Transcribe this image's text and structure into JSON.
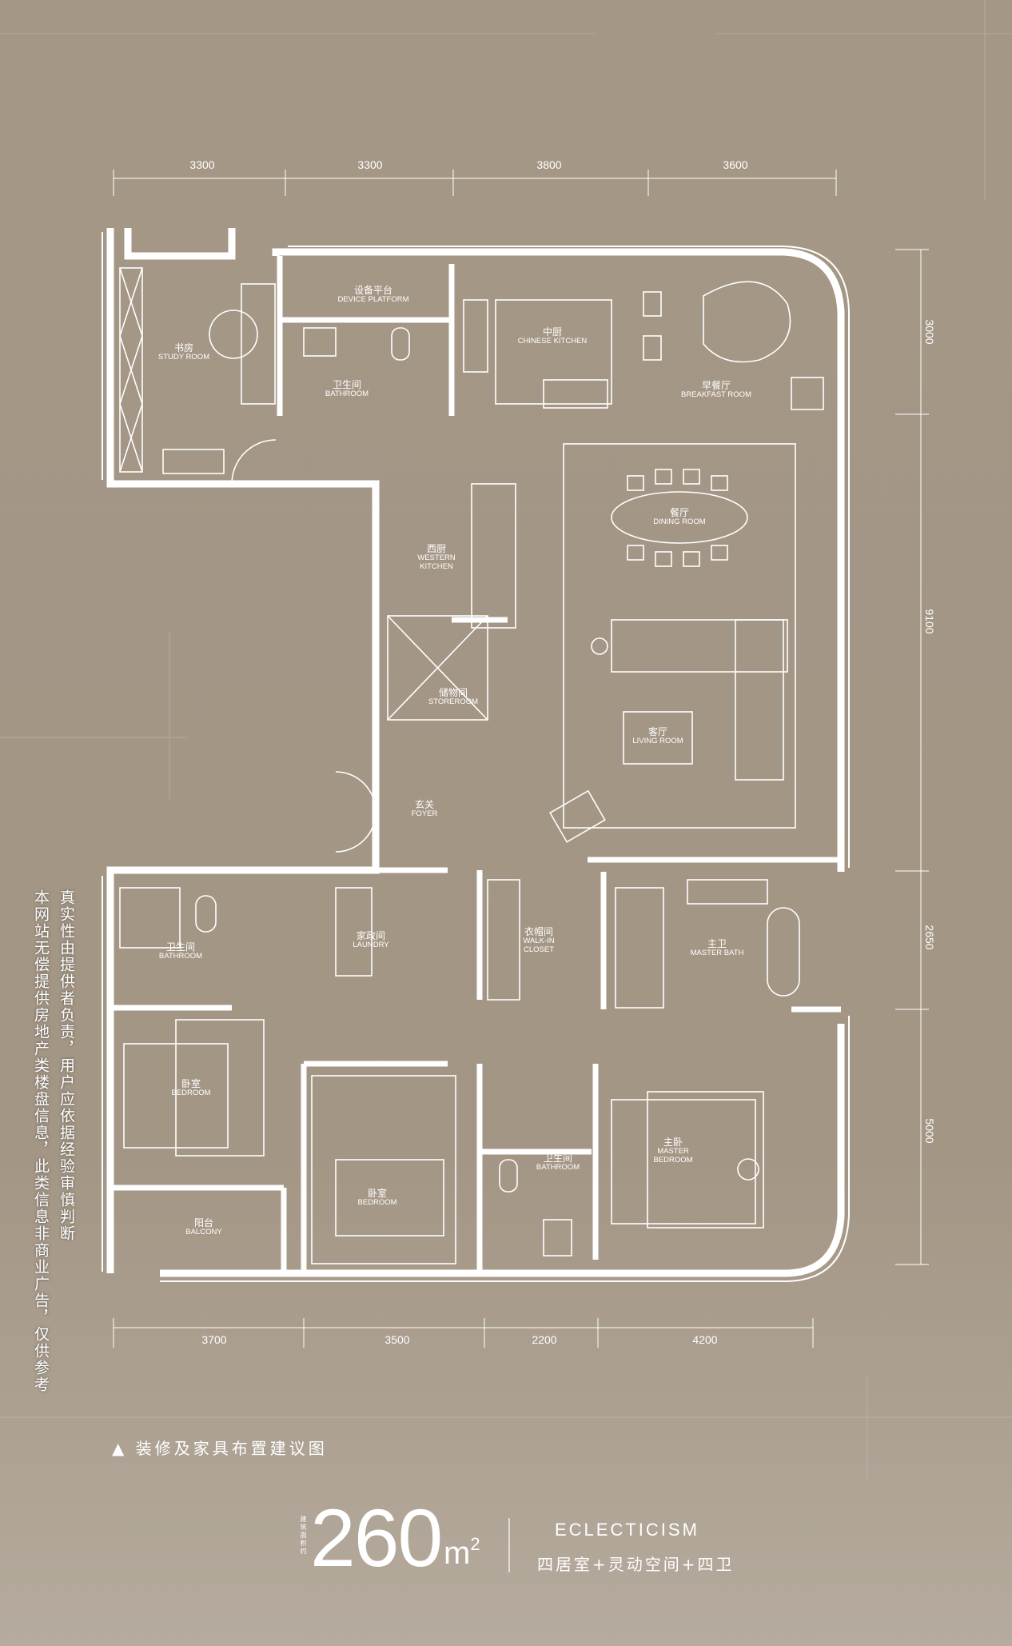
{
  "dimensions": {
    "top": [
      "3300",
      "3300",
      "3800",
      "3600"
    ],
    "bottom": [
      "3700",
      "3500",
      "2200",
      "4200"
    ],
    "right": [
      "3000",
      "9100",
      "2650",
      "5000"
    ]
  },
  "rooms": [
    {
      "zh": "书房",
      "en": "STUDY ROOM"
    },
    {
      "zh": "设备平台",
      "en": "DEVICE PLATFORM"
    },
    {
      "zh": "卫生间",
      "en": "BATHROOM"
    },
    {
      "zh": "中厨",
      "en": "CHINESE KITCHEN"
    },
    {
      "zh": "早餐厅",
      "en": "BREAKFAST ROOM"
    },
    {
      "zh": "餐厅",
      "en": "DINING ROOM"
    },
    {
      "zh": "西厨",
      "en": "WESTERN KITCHEN"
    },
    {
      "zh": "储物间",
      "en": "STOREROOM"
    },
    {
      "zh": "客厅",
      "en": "LIVING ROOM"
    },
    {
      "zh": "玄关",
      "en": "FOYER"
    },
    {
      "zh": "卫生间",
      "en": "BATHROOM"
    },
    {
      "zh": "家政间",
      "en": "LAUNDRY"
    },
    {
      "zh": "衣帽间",
      "en": "WALK-IN CLOSET"
    },
    {
      "zh": "主卫",
      "en": "MASTER BATH"
    },
    {
      "zh": "卧室",
      "en": "BEDROOM"
    },
    {
      "zh": "卧室",
      "en": "BEDROOM"
    },
    {
      "zh": "卫生间",
      "en": "BATHROOM"
    },
    {
      "zh": "主卧",
      "en": "MASTER BEDROOM"
    },
    {
      "zh": "阳台",
      "en": "BALCONY"
    }
  ],
  "disclaimer": {
    "col1": "真实性由提供者负责，用户应依据经验审慎判断",
    "col2": "本网站无偿提供房地产类楼盘信息，此类信息非商业广告，仅供参考"
  },
  "caption": "▲ 装修及家具布置建议图",
  "area": {
    "label": "建筑面积约",
    "value": "260",
    "unit": "m",
    "unit_sup": "2"
  },
  "style": {
    "en": "ECLECTICISM",
    "zh": "四居室+灵动空间+四卫"
  }
}
